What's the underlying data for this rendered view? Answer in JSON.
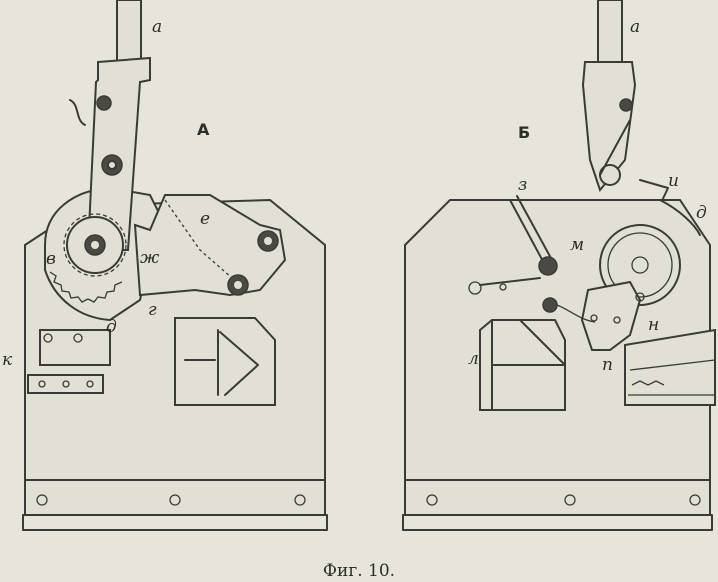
{
  "figure": {
    "caption": "Фиг. 10.",
    "view_a": {
      "title": "А",
      "labels": {
        "a": "а",
        "e": "е",
        "v": "в",
        "zh": "ж",
        "g": "г",
        "d": "д",
        "k": "к"
      }
    },
    "view_b": {
      "title": "Б",
      "labels": {
        "a": "а",
        "i": "и",
        "z": "з",
        "d": "д",
        "m": "м",
        "n": "н",
        "p": "п",
        "l": "л"
      }
    }
  }
}
